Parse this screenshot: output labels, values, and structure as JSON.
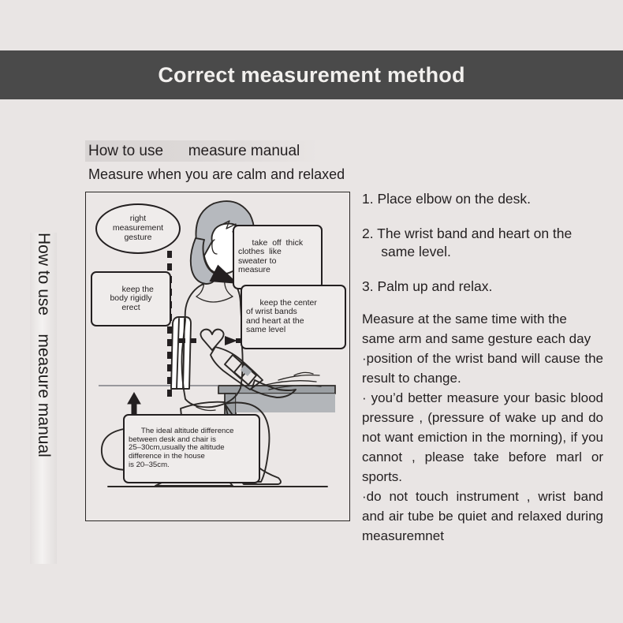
{
  "header": {
    "title": "Correct measurement method"
  },
  "side_label": {
    "text": "How to use    measure manual"
  },
  "illustration": {
    "band_label": "How to use      measure manual",
    "subcaption": "Measure when you are calm and relaxed",
    "callouts": {
      "gesture": "right\nmeasurement\ngesture",
      "body": "keep the\nbody rigidly\nerect",
      "clothes": "take  off  thick\nclothes  like\nsweater to\nmeasure",
      "wrist": "keep the center\nof wrist bands\nand heart at the\nsame level",
      "desk": "The ideal altitude difference\nbetween desk and chair is\n25–30cm,usually the altitude\ndifference in the house\nis 20–35cm."
    }
  },
  "instructions": {
    "steps": [
      "1. Place elbow on the desk.",
      "2. The wrist band and heart on the\n     same level.",
      "3. Palm up and relax."
    ],
    "notes": [
      "Measure at the same time with the same arm and same gesture each day",
      "·position of the wrist band will cause the result to change.",
      "· you’d better measure your basic blood pressure , (pressure of wake up and do not want emiction in the morning), if you cannot , please take before marl or sports.",
      "·do not touch instrument , wrist band and air tube be quiet and relaxed during measuremnet"
    ]
  },
  "colors": {
    "background": "#E9E5E4",
    "header_bar": "#4A4A4A",
    "header_text": "#F2F0EE",
    "ink": "#231f20",
    "shade_gray": "#A9ADB2",
    "desk_gray": "#9B9FA3"
  }
}
